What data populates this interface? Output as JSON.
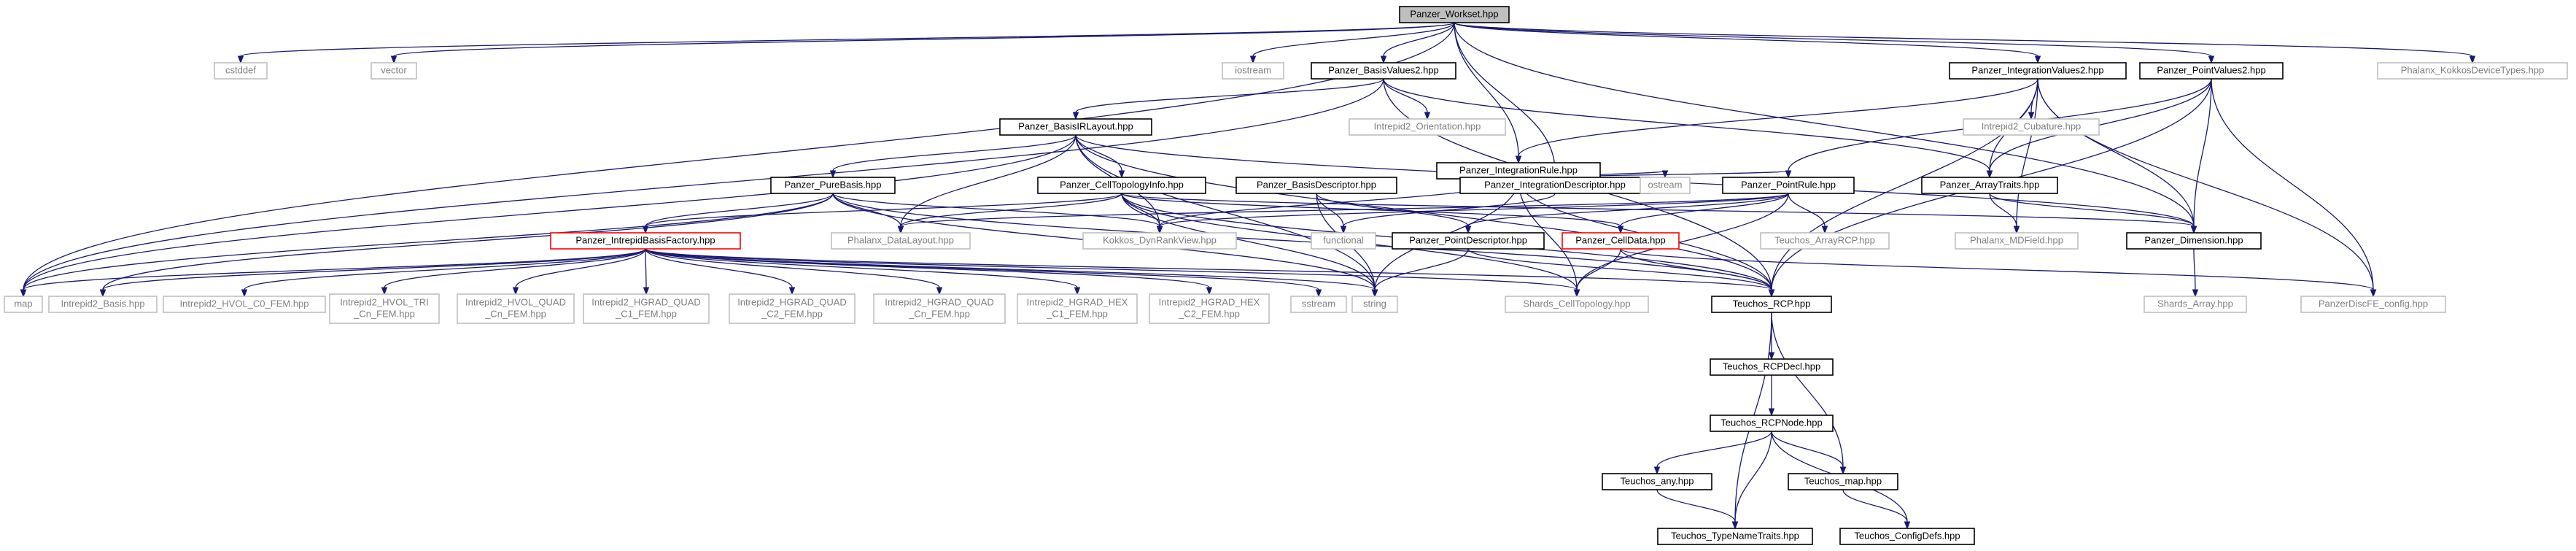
{
  "colors": {
    "edge": "#191970",
    "root_fill": "#bfbfbf",
    "white": "#ffffff",
    "box_black": "#000000",
    "box_red": "#ff0000",
    "box_grey": "#bfbfbf",
    "text": "#000000",
    "text_grey": "#808080"
  },
  "nodes": [
    {
      "id": "root",
      "label": "Panzer_Workset.hpp",
      "style": "root"
    },
    {
      "id": "cstddef",
      "label": "cstddef",
      "style": "grey"
    },
    {
      "id": "vector",
      "label": "vector",
      "style": "grey"
    },
    {
      "id": "iostream",
      "label": "iostream",
      "style": "grey"
    },
    {
      "id": "bv2",
      "label": "Panzer_BasisValues2.hpp",
      "style": "black"
    },
    {
      "id": "iv2",
      "label": "Panzer_IntegrationValues2.hpp",
      "style": "black"
    },
    {
      "id": "pv2",
      "label": "Panzer_PointValues2.hpp",
      "style": "black"
    },
    {
      "id": "kokkostypes",
      "label": "Phalanx_KokkosDeviceTypes.hpp",
      "style": "grey"
    },
    {
      "id": "birl",
      "label": "Panzer_BasisIRLayout.hpp",
      "style": "black"
    },
    {
      "id": "orient",
      "label": "Intrepid2_Orientation.hpp",
      "style": "grey"
    },
    {
      "id": "cubature",
      "label": "Intrepid2_Cubature.hpp",
      "style": "grey"
    },
    {
      "id": "irule",
      "label": "Panzer_IntegrationRule.hpp",
      "style": "black"
    },
    {
      "id": "purebasis",
      "label": "Panzer_PureBasis.hpp",
      "style": "black"
    },
    {
      "id": "cti",
      "label": "Panzer_CellTopologyInfo.hpp",
      "style": "black"
    },
    {
      "id": "bdesc",
      "label": "Panzer_BasisDescriptor.hpp",
      "style": "black"
    },
    {
      "id": "idesc",
      "label": "Panzer_IntegrationDescriptor.hpp",
      "style": "black"
    },
    {
      "id": "ostream",
      "label": "ostream",
      "style": "grey"
    },
    {
      "id": "prule",
      "label": "Panzer_PointRule.hpp",
      "style": "black"
    },
    {
      "id": "arraytraits",
      "label": "Panzer_ArrayTraits.hpp",
      "style": "black"
    },
    {
      "id": "ibf",
      "label": "Panzer_IntrepidBasisFactory.hpp",
      "style": "red"
    },
    {
      "id": "datalayout",
      "label": "Phalanx_DataLayout.hpp",
      "style": "grey"
    },
    {
      "id": "dynrank",
      "label": "Kokkos_DynRankView.hpp",
      "style": "grey"
    },
    {
      "id": "functional",
      "label": "functional",
      "style": "grey"
    },
    {
      "id": "pdesc",
      "label": "Panzer_PointDescriptor.hpp",
      "style": "black"
    },
    {
      "id": "celldata",
      "label": "Panzer_CellData.hpp",
      "style": "red"
    },
    {
      "id": "arrayrcp",
      "label": "Teuchos_ArrayRCP.hpp",
      "style": "grey"
    },
    {
      "id": "mdfield",
      "label": "Phalanx_MDField.hpp",
      "style": "grey"
    },
    {
      "id": "dimension",
      "label": "Panzer_Dimension.hpp",
      "style": "black"
    },
    {
      "id": "map",
      "label": "map",
      "style": "grey"
    },
    {
      "id": "basis",
      "label": "Intrepid2_Basis.hpp",
      "style": "grey"
    },
    {
      "id": "hvolc0",
      "label": "Intrepid2_HVOL_C0_FEM.hpp",
      "style": "grey"
    },
    {
      "id": "hvoltri",
      "label": [
        "Intrepid2_HVOL_TRI",
        "_Cn_FEM.hpp"
      ],
      "style": "grey"
    },
    {
      "id": "hvolquad",
      "label": [
        "Intrepid2_HVOL_QUAD",
        "_Cn_FEM.hpp"
      ],
      "style": "grey"
    },
    {
      "id": "hgquadc1",
      "label": [
        "Intrepid2_HGRAD_QUAD",
        "_C1_FEM.hpp"
      ],
      "style": "grey"
    },
    {
      "id": "hgquadc2",
      "label": [
        "Intrepid2_HGRAD_QUAD",
        "_C2_FEM.hpp"
      ],
      "style": "grey"
    },
    {
      "id": "hgquadcn",
      "label": [
        "Intrepid2_HGRAD_QUAD",
        "_Cn_FEM.hpp"
      ],
      "style": "grey"
    },
    {
      "id": "hghexc1",
      "label": [
        "Intrepid2_HGRAD_HEX",
        "_C1_FEM.hpp"
      ],
      "style": "grey"
    },
    {
      "id": "hghexc2",
      "label": [
        "Intrepid2_HGRAD_HEX",
        "_C2_FEM.hpp"
      ],
      "style": "grey"
    },
    {
      "id": "sstream",
      "label": "sstream",
      "style": "grey"
    },
    {
      "id": "string",
      "label": "string",
      "style": "grey"
    },
    {
      "id": "shardsct",
      "label": "Shards_CellTopology.hpp",
      "style": "grey"
    },
    {
      "id": "rcp",
      "label": "Teuchos_RCP.hpp",
      "style": "black"
    },
    {
      "id": "shardsarray",
      "label": "Shards_Array.hpp",
      "style": "grey"
    },
    {
      "id": "discfe",
      "label": "PanzerDiscFE_config.hpp",
      "style": "grey"
    },
    {
      "id": "rcpdecl",
      "label": "Teuchos_RCPDecl.hpp",
      "style": "black"
    },
    {
      "id": "rcpnode",
      "label": "Teuchos_RCPNode.hpp",
      "style": "black"
    },
    {
      "id": "tany",
      "label": "Teuchos_any.hpp",
      "style": "black"
    },
    {
      "id": "tmap",
      "label": "Teuchos_map.hpp",
      "style": "black"
    },
    {
      "id": "typename",
      "label": "Teuchos_TypeNameTraits.hpp",
      "style": "black"
    },
    {
      "id": "configdefs",
      "label": "Teuchos_ConfigDefs.hpp",
      "style": "black"
    }
  ],
  "edges": [
    [
      "root",
      "cstddef"
    ],
    [
      "root",
      "vector"
    ],
    [
      "root",
      "iostream"
    ],
    [
      "root",
      "bv2"
    ],
    [
      "root",
      "iv2"
    ],
    [
      "root",
      "pv2"
    ],
    [
      "root",
      "kokkostypes"
    ],
    [
      "root",
      "map"
    ],
    [
      "root",
      "irule"
    ],
    [
      "root",
      "idesc"
    ],
    [
      "root",
      "dimension"
    ],
    [
      "bv2",
      "birl"
    ],
    [
      "bv2",
      "orient"
    ],
    [
      "bv2",
      "arraytraits"
    ],
    [
      "bv2",
      "rcp"
    ],
    [
      "bv2",
      "map"
    ],
    [
      "iv2",
      "irule"
    ],
    [
      "iv2",
      "cubature"
    ],
    [
      "iv2",
      "arraytraits"
    ],
    [
      "iv2",
      "dimension"
    ],
    [
      "iv2",
      "mdfield"
    ],
    [
      "iv2",
      "rcp"
    ],
    [
      "iv2",
      "discfe"
    ],
    [
      "pv2",
      "prule"
    ],
    [
      "pv2",
      "arraytraits"
    ],
    [
      "pv2",
      "dimension"
    ],
    [
      "pv2",
      "rcp"
    ],
    [
      "pv2",
      "discfe"
    ],
    [
      "birl",
      "purebasis"
    ],
    [
      "birl",
      "cti"
    ],
    [
      "birl",
      "datalayout"
    ],
    [
      "birl",
      "dynrank"
    ],
    [
      "birl",
      "string"
    ],
    [
      "birl",
      "rcp"
    ],
    [
      "birl",
      "dimension"
    ],
    [
      "birl",
      "map"
    ],
    [
      "irule",
      "idesc"
    ],
    [
      "irule",
      "prule"
    ],
    [
      "irule",
      "ostream"
    ],
    [
      "irule",
      "dynrank"
    ],
    [
      "irule",
      "shardsct"
    ],
    [
      "irule",
      "rcp"
    ],
    [
      "irule",
      "string"
    ],
    [
      "purebasis",
      "ibf"
    ],
    [
      "purebasis",
      "datalayout"
    ],
    [
      "purebasis",
      "dynrank"
    ],
    [
      "purebasis",
      "basis"
    ],
    [
      "purebasis",
      "string"
    ],
    [
      "purebasis",
      "rcp"
    ],
    [
      "purebasis",
      "map"
    ],
    [
      "cti",
      "ibf"
    ],
    [
      "cti",
      "datalayout"
    ],
    [
      "cti",
      "dynrank"
    ],
    [
      "cti",
      "celldata"
    ],
    [
      "cti",
      "string"
    ],
    [
      "cti",
      "shardsct"
    ],
    [
      "cti",
      "rcp"
    ],
    [
      "cti",
      "dimension"
    ],
    [
      "bdesc",
      "pdesc"
    ],
    [
      "bdesc",
      "functional"
    ],
    [
      "bdesc",
      "string"
    ],
    [
      "idesc",
      "functional"
    ],
    [
      "prule",
      "pdesc"
    ],
    [
      "prule",
      "arrayrcp"
    ],
    [
      "prule",
      "celldata"
    ],
    [
      "prule",
      "datalayout"
    ],
    [
      "prule",
      "dynrank"
    ],
    [
      "prule",
      "shardsct"
    ],
    [
      "arraytraits",
      "dimension"
    ],
    [
      "arraytraits",
      "mdfield"
    ],
    [
      "ibf",
      "basis"
    ],
    [
      "ibf",
      "hvolc0"
    ],
    [
      "ibf",
      "hvoltri"
    ],
    [
      "ibf",
      "hvolquad"
    ],
    [
      "ibf",
      "hgquadc1"
    ],
    [
      "ibf",
      "hgquadc2"
    ],
    [
      "ibf",
      "hgquadcn"
    ],
    [
      "ibf",
      "hghexc1"
    ],
    [
      "ibf",
      "hghexc2"
    ],
    [
      "ibf",
      "sstream"
    ],
    [
      "ibf",
      "string"
    ],
    [
      "ibf",
      "map"
    ],
    [
      "ibf",
      "rcp"
    ],
    [
      "ibf",
      "shardsct"
    ],
    [
      "pdesc",
      "string"
    ],
    [
      "pdesc",
      "rcp"
    ],
    [
      "celldata",
      "rcp"
    ],
    [
      "celldata",
      "shardsct"
    ],
    [
      "celldata",
      "discfe"
    ],
    [
      "dimension",
      "shardsarray"
    ],
    [
      "rcp",
      "rcpdecl"
    ],
    [
      "rcp",
      "typename"
    ],
    [
      "rcp",
      "tmap"
    ],
    [
      "rcpdecl",
      "rcpnode"
    ],
    [
      "rcpnode",
      "tany"
    ],
    [
      "rcpnode",
      "tmap"
    ],
    [
      "rcpnode",
      "typename"
    ],
    [
      "rcpnode",
      "configdefs"
    ],
    [
      "tany",
      "typename"
    ],
    [
      "tmap",
      "configdefs"
    ]
  ]
}
